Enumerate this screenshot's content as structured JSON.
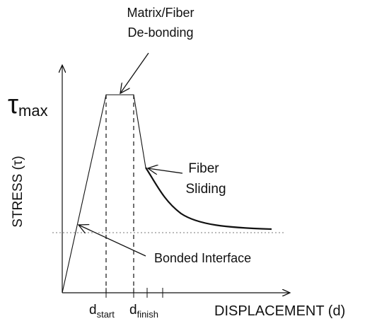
{
  "diagram": {
    "annotations": {
      "debonding_line1": "Matrix/Fiber",
      "debonding_line2": "De-bonding",
      "sliding_line1": "Fiber",
      "sliding_line2": "Sliding",
      "bonded": "Bonded Interface"
    },
    "axes": {
      "y_label": "STRESS (τ)",
      "x_label": "DISPLACEMENT (d)",
      "tau_symbol": "τ",
      "tau_subscript": "max"
    },
    "ticks": {
      "d_start_base": "d",
      "d_start_sub": "start",
      "d_finish_base": "d",
      "d_finish_sub": "finish"
    }
  }
}
